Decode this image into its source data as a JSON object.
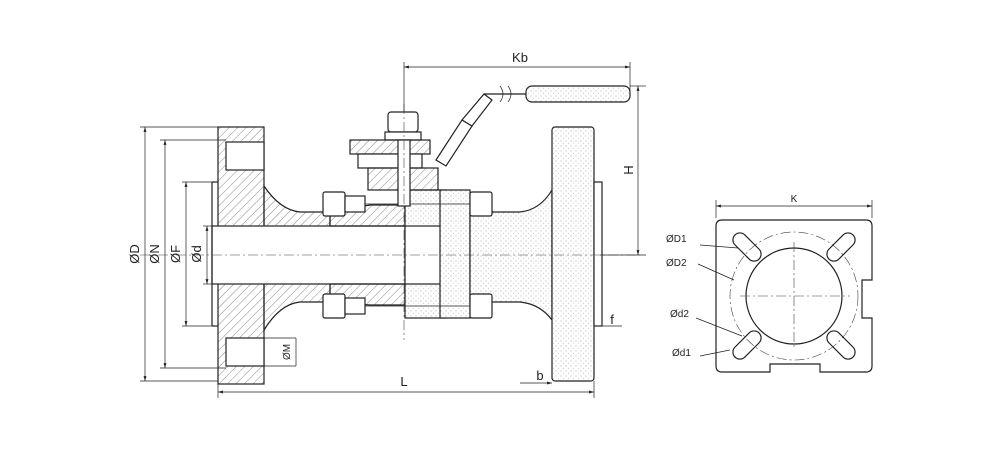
{
  "labels": {
    "L": "L",
    "Kb": "Kb",
    "H": "H",
    "b": "b",
    "f": "f",
    "K": "K",
    "D": "ØD",
    "N": "ØN",
    "F": "ØF",
    "d": "Ød",
    "M": "ØM",
    "D1": "ØD1",
    "D2": "ØD2",
    "d2": "Ød2",
    "d1": "Ød1"
  }
}
